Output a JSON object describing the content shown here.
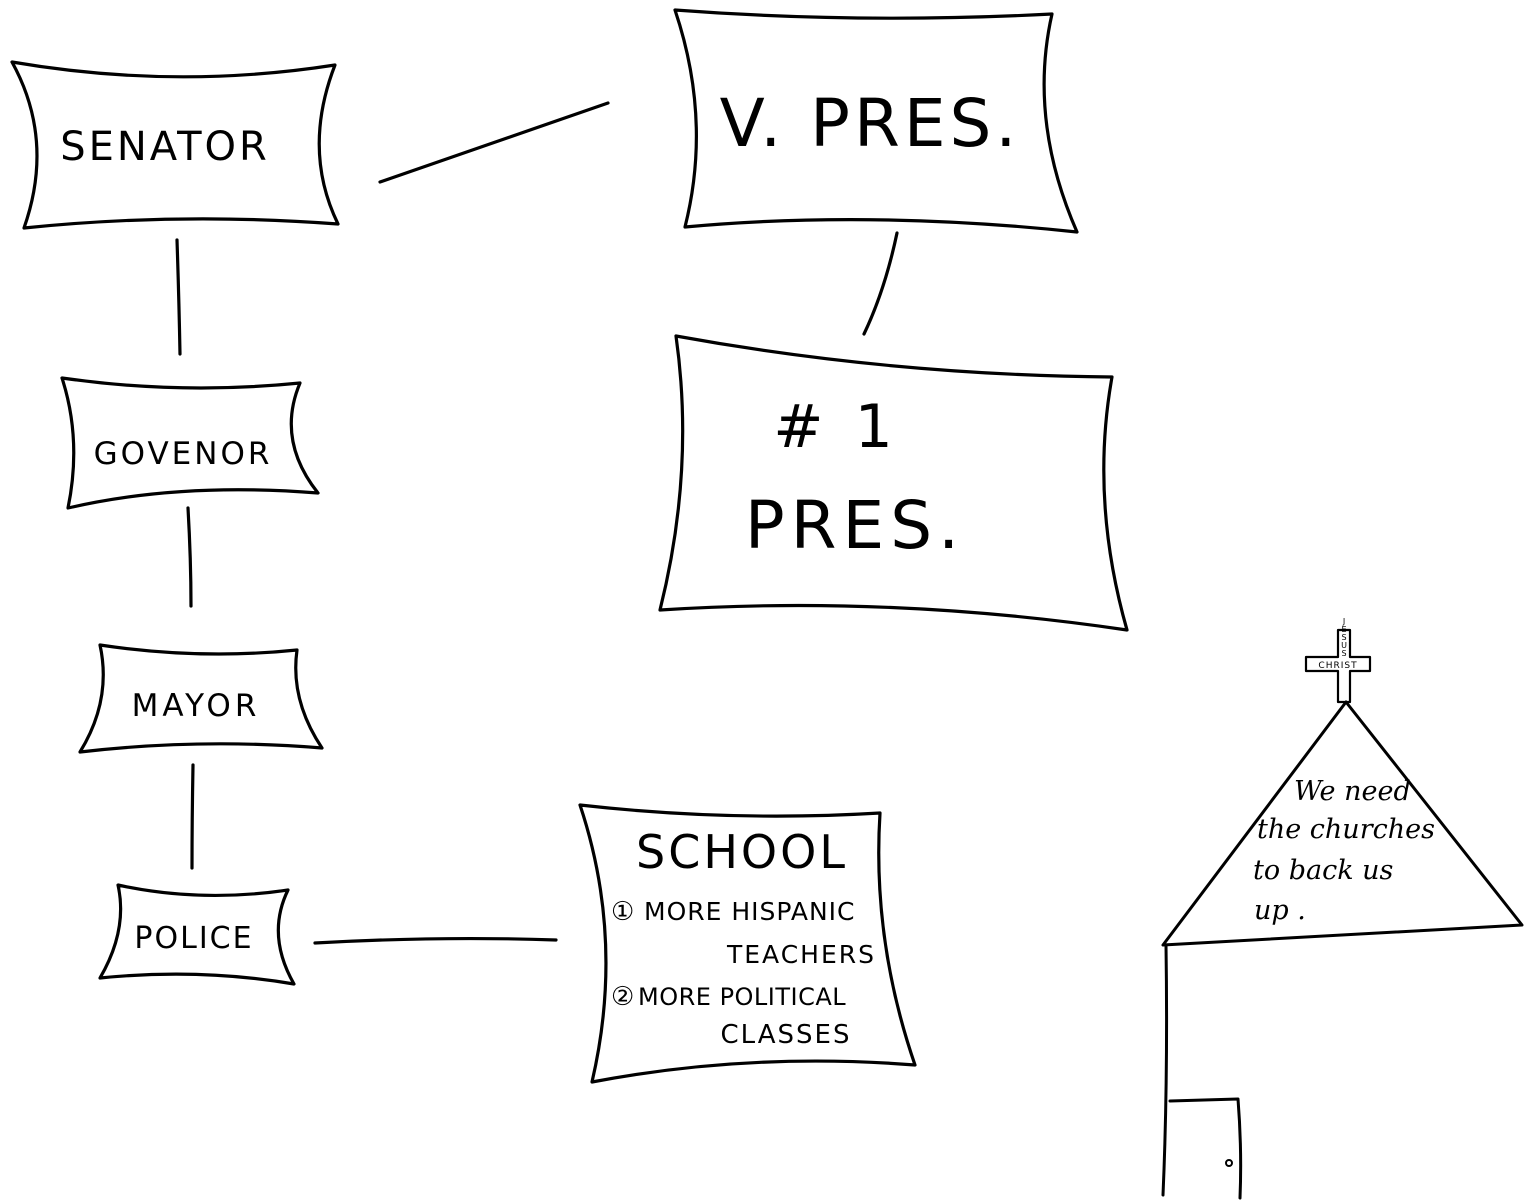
{
  "nodes": {
    "senator": "SENATOR",
    "vice_president": "V. PRES.",
    "governor": "GOVENOR",
    "president_number": "# 1",
    "president": "PRES.",
    "mayor": "MAYOR",
    "police": "POLICE",
    "school": {
      "title": "SCHOOL",
      "item1_marker": "①",
      "item1_line1": "MORE HISPANIC",
      "item1_line2": "TEACHERS",
      "item2_marker": "②",
      "item2_line1": "MORE POLITICAL",
      "item2_line2": "CLASSES"
    }
  },
  "church": {
    "cross_vertical": "JESUS",
    "cross_horizontal": "CHRIST",
    "message_line1": "We need",
    "message_line2": "the churches",
    "message_line3": "to back us",
    "message_line4": "up ."
  },
  "colors": {
    "ink": "#000000",
    "paper": "#ffffff"
  }
}
